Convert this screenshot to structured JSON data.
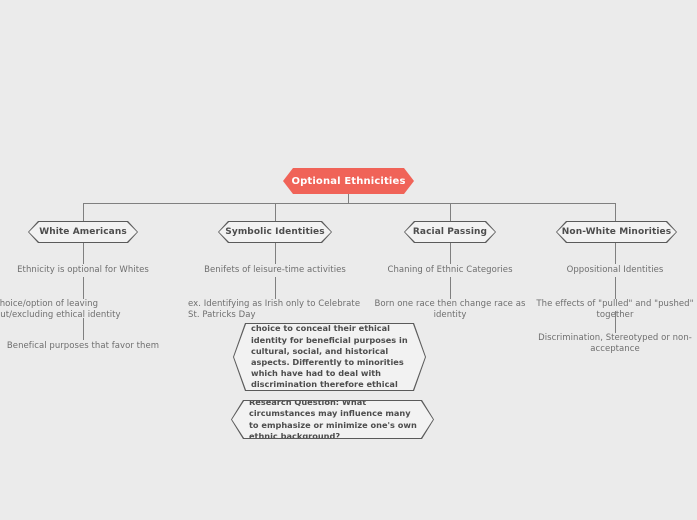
{
  "diagram": {
    "title": "Optional Ethnicities",
    "type": "mind-map",
    "background_color": "#ebebeb",
    "root": {
      "label": "Optional Ethnicities",
      "fill_color": "#f06358",
      "text_color": "#ffffff"
    },
    "branches": [
      {
        "label": "White Americans",
        "leaves": [
          "Ethnicity is optional for Whites",
          "choice/option of leaving out/excluding ethical identity",
          "Benefical purposes that favor them"
        ]
      },
      {
        "label": "Symbolic Identities",
        "leaves": [
          "Benifets of leisure-time activities",
          "ex. Identifying as Irish only to Celebrate St. Patricks Day"
        ]
      },
      {
        "label": "Racial Passing",
        "leaves": [
          "Chaning of Ethnic Categories",
          "Born one race then change race as identity"
        ]
      },
      {
        "label": "Non-White Minorities",
        "leaves": [
          "Oppositional Identities",
          "The effects of \"pulled\" and \"pushed\" together",
          "Discrimination, Stereotyped or non-acceptance"
        ]
      }
    ],
    "callouts": [
      {
        "name": "conclusion",
        "text": "Conclusion: Whites have had the choice to conceal their ethical identity for beneficial purposes in cultural, social, and historical aspects. Differently to minorities which have had to deal with discrimination therefore ethical identity is of importance."
      },
      {
        "name": "research-question",
        "text": "Research Question: What circumstances may influence many to emphasize or minimize one's own ethnic background?"
      }
    ]
  }
}
